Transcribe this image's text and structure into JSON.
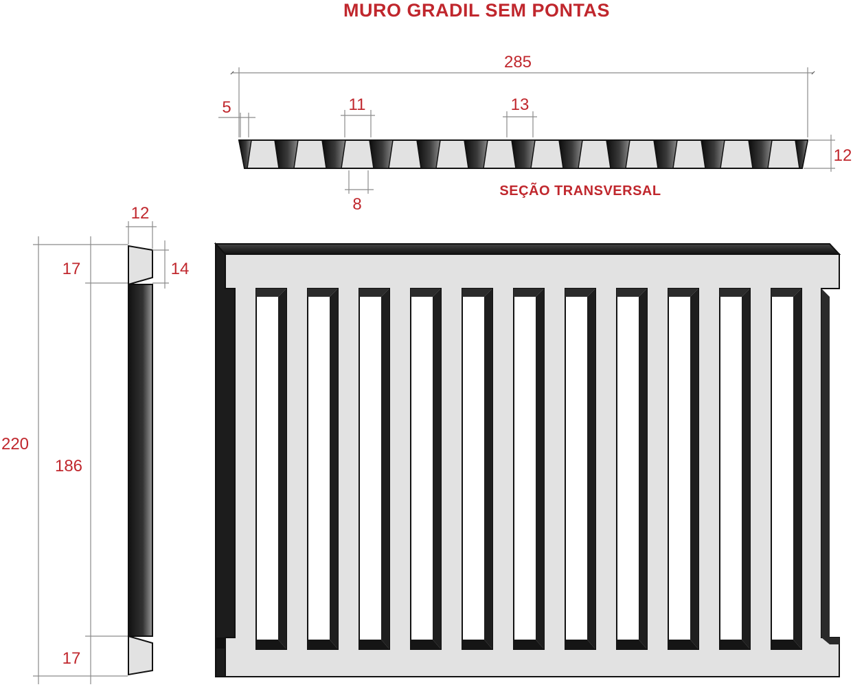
{
  "title": "MURO GRADIL SEM PONTAS",
  "section_caption": "SEÇÃO TRANSVERSAL",
  "dimensions": {
    "total_width": "285",
    "edge_offset": "5",
    "bar_width_top": "11",
    "gap_width": "13",
    "bar_width_bottom": "8",
    "section_depth": "12",
    "side_depth": "12",
    "top_band_height": "17",
    "top_bevel": "14",
    "total_height": "220",
    "opening_height": "186",
    "bottom_band_height": "17"
  },
  "panel": {
    "openings": 11
  },
  "colors": {
    "annotation": "#c0272d",
    "concrete_light": "#e2e2e2",
    "concrete_dark": "#222222",
    "dimension_line": "#8a8a8a"
  }
}
